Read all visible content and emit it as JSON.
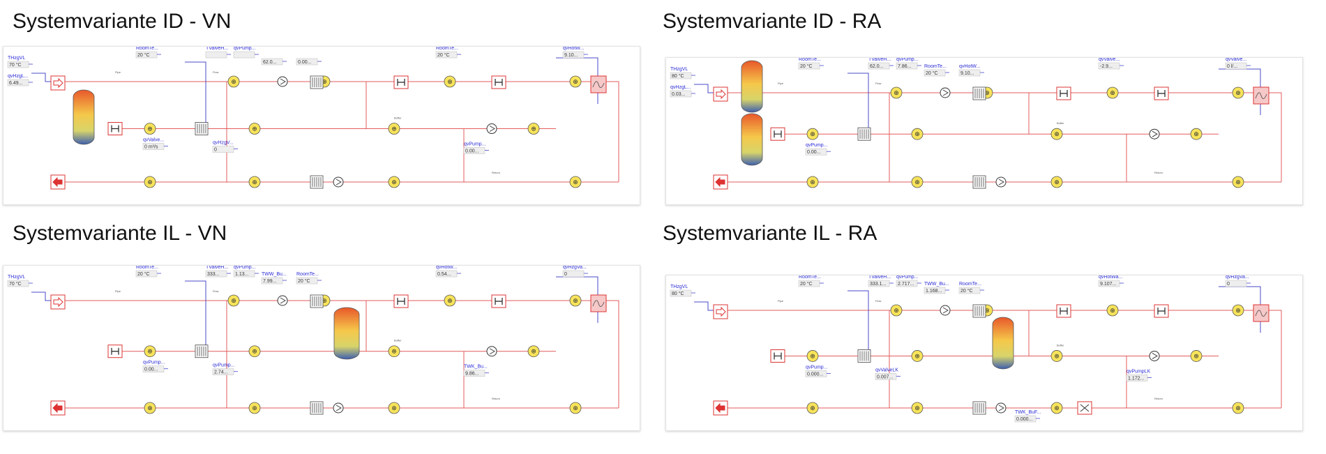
{
  "titles": {
    "tl": "Systemvariante ID - VN",
    "tr": "Systemvariante ID - RA",
    "bl": "Systemvariante IL - VN",
    "br": "Systemvariante IL - RA"
  },
  "diagrams": {
    "tl": {
      "inputs": [
        {
          "label": "THzgVL",
          "value": "70 °C"
        },
        {
          "label": "qvHzgL...",
          "value": "6.49..."
        }
      ],
      "tags": [
        {
          "label": "RoomTe...",
          "value": "20 °C"
        },
        {
          "label": "TValveH...",
          "value": ""
        },
        {
          "label": "qvPump...",
          "value": ""
        },
        {
          "label": "",
          "value": "62.0..."
        },
        {
          "label": "",
          "value": "0.00..."
        },
        {
          "label": "RoomTe...",
          "value": "20 °C"
        },
        {
          "label": "qvHotW...",
          "value": "9.10..."
        },
        {
          "label": "qvValve...",
          "value": "0 m³/s"
        },
        {
          "label": "qvHzgV...",
          "value": "0"
        },
        {
          "label": "qvPump...",
          "value": "0.00..."
        }
      ]
    },
    "tr": {
      "inputs": [
        {
          "label": "THzgVL",
          "value": "80 °C"
        },
        {
          "label": "qvHzgL...",
          "value": "0.03..."
        }
      ],
      "tags": [
        {
          "label": "RoomTe...",
          "value": "20 °C"
        },
        {
          "label": "TValveH...",
          "value": "62.0..."
        },
        {
          "label": "qvPump...",
          "value": "7.86..."
        },
        {
          "label": "RoomTe...",
          "value": "20 °C"
        },
        {
          "label": "qvHotW...",
          "value": "9.10..."
        },
        {
          "label": "qvValve...",
          "value": "-2.9..."
        },
        {
          "label": "qvValve...",
          "value": "0 l/..."
        },
        {
          "label": "qvPump...",
          "value": "0.00..."
        }
      ]
    },
    "bl": {
      "inputs": [
        {
          "label": "THzgVL",
          "value": "70 °C"
        }
      ],
      "tags": [
        {
          "label": "RoomTe...",
          "value": "20 °C"
        },
        {
          "label": "TValveH...",
          "value": "333..."
        },
        {
          "label": "qvPump...",
          "value": "1.13..."
        },
        {
          "label": "TWW_Bu...",
          "value": "7.99..."
        },
        {
          "label": "RoomTe...",
          "value": "20 °C"
        },
        {
          "label": "qvHotW...",
          "value": "0.54..."
        },
        {
          "label": "qvHzgVa...",
          "value": "0"
        },
        {
          "label": "qvPump...",
          "value": "0.00..."
        },
        {
          "label": "qvPump...",
          "value": "2.74..."
        },
        {
          "label": "TWK_Bu...",
          "value": "9.86..."
        }
      ]
    },
    "br": {
      "inputs": [
        {
          "label": "THzgVL",
          "value": "80 °C"
        }
      ],
      "tags": [
        {
          "label": "RoomTe...",
          "value": "20 °C"
        },
        {
          "label": "TValveH...",
          "value": "333.1..."
        },
        {
          "label": "qvPump...",
          "value": "2.717..."
        },
        {
          "label": "TWW_Bu...",
          "value": "1.168..."
        },
        {
          "label": "RoomTe...",
          "value": "20 °C"
        },
        {
          "label": "qvHotWa...",
          "value": "9.107..."
        },
        {
          "label": "qvHzgVa...",
          "value": "0"
        },
        {
          "label": "qvPump...",
          "value": "0.000..."
        },
        {
          "label": "qvValveLK",
          "value": "0.007..."
        },
        {
          "label": "qvPumpLK",
          "value": "1.172..."
        },
        {
          "label": "TWK_BuF...",
          "value": "0.000..."
        }
      ]
    }
  },
  "colors": {
    "pipe": "#e35b5b",
    "signal": "#4848c8",
    "tank_top": "#e8582b",
    "tank_mid": "#f5c84a",
    "tank_bottom": "#3d5fb0",
    "sensor": "#f7e35a"
  }
}
